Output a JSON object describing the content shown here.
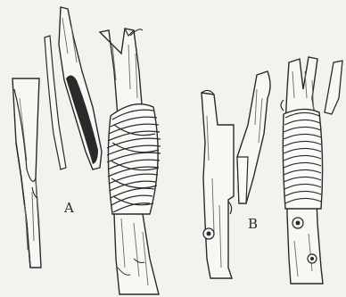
{
  "figures": [
    {
      "id": "graft-a",
      "label": "A"
    },
    {
      "id": "graft-b",
      "label": "B"
    }
  ],
  "colors": {
    "paper": "#f2f2ee",
    "ink": "#2a2a28",
    "bark": "#6b6a64",
    "wood": "#f7f7f3",
    "binding": "#fafaf7"
  }
}
